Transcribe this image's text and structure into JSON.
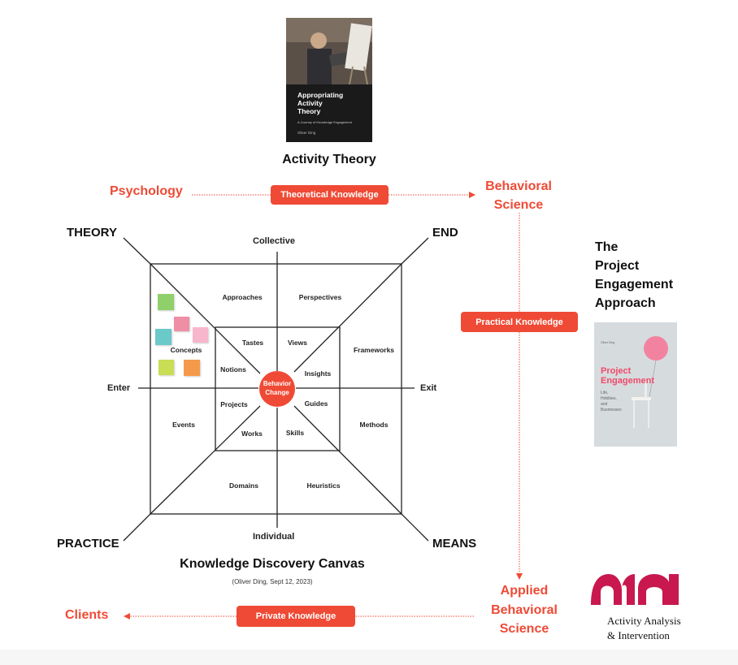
{
  "top_book": {
    "title_lines": [
      "Appropriating",
      "Activity",
      "Theory"
    ],
    "subtitle": "A Journey of Knowledge Engagement",
    "author": "Oliver Ding"
  },
  "top_caption": "Activity Theory",
  "top_row": {
    "left": "Psychology",
    "pill": "Theoretical Knowledge",
    "right_lines": [
      "Behavioral",
      "Science"
    ]
  },
  "right_title_lines": [
    "The",
    "Project",
    "Engagement",
    "Approach"
  ],
  "practical_pill": "Practical Knowledge",
  "right_book": {
    "author": "Oliver Ding",
    "title_lines": [
      "Project",
      "Engagement"
    ],
    "subtitle_lines": [
      "Life,",
      "Hobbies,",
      "and",
      "Businesses"
    ]
  },
  "canvas": {
    "corners": {
      "theory": "THEORY",
      "end": "END",
      "practice": "PRACTICE",
      "means": "MEANS"
    },
    "axes": {
      "top": "Collective",
      "bottom": "Individual",
      "left": "Enter",
      "right": "Exit"
    },
    "outer_cells": {
      "approaches": "Approaches",
      "perspectives": "Perspectives",
      "frameworks": "Frameworks",
      "methods": "Methods",
      "heuristics": "Heuristics",
      "domains": "Domains",
      "events": "Events",
      "concepts": "Concepts"
    },
    "inner_cells": {
      "tastes": "Tastes",
      "views": "Views",
      "notions": "Notions",
      "insights": "Insights",
      "projects": "Projects",
      "guides": "Guides",
      "works": "Works",
      "skills": "Skills"
    },
    "center_lines": [
      "Behavior",
      "Change"
    ],
    "sticky_colors": [
      "#8fd06a",
      "#ef8fa6",
      "#f7b6cc",
      "#6cc9c9",
      "#c9dd55",
      "#f59a4a"
    ],
    "title": "Knowledge Discovery Canvas",
    "credit": "(Oliver Ding, Sept 12, 2023)"
  },
  "bottom_row": {
    "left": "Clients",
    "pill": "Private Knowledge",
    "right_lines": [
      "Applied",
      "Behavioral",
      "Science"
    ]
  },
  "logo": {
    "lines": [
      "Activity Analysis",
      "& Intervention"
    ]
  },
  "colors": {
    "accent": "#ef4a35",
    "ink": "#222222"
  }
}
